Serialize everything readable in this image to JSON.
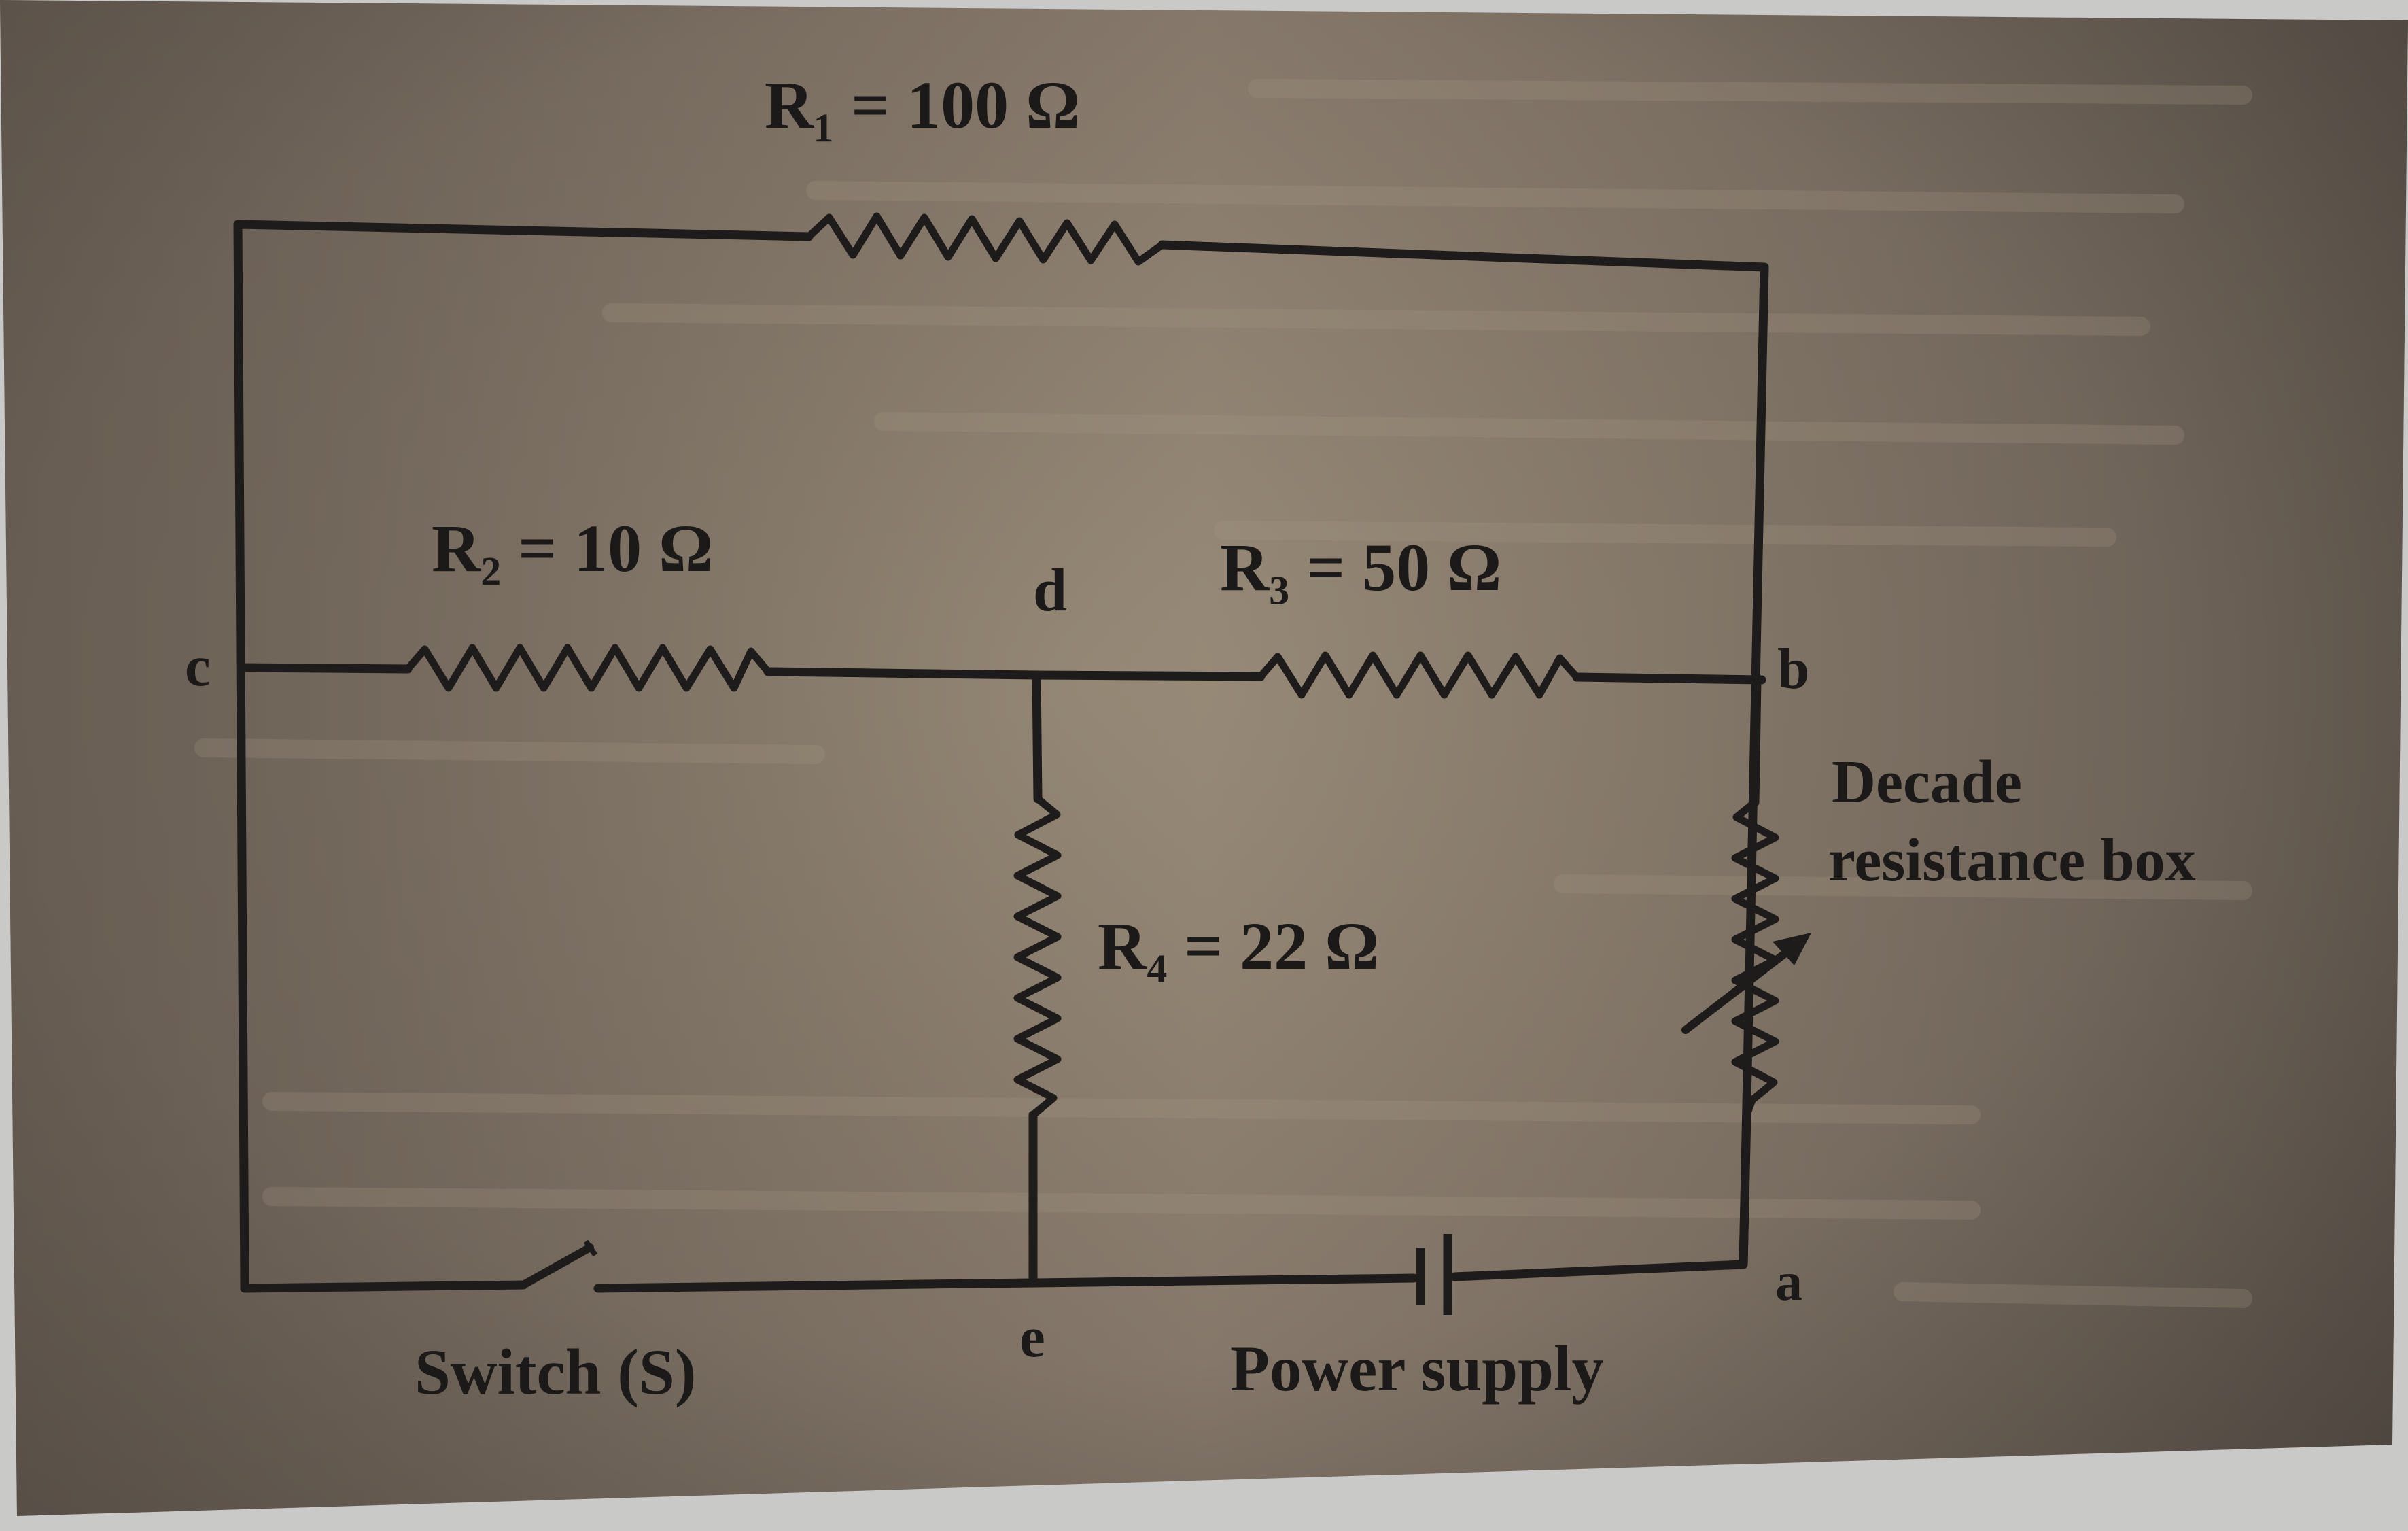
{
  "colors": {
    "paper": "#8a7d6c",
    "ink": "#1e1c1a",
    "background": "#c9c9c7"
  },
  "labels": {
    "r1": "R₁ = 100 Ω",
    "r2": "R₂ = 10 Ω",
    "r3": "R₃ = 50 Ω",
    "r4": "R₄ = 22 Ω",
    "node_a": "a",
    "node_b": "b",
    "node_c": "c",
    "node_d": "d",
    "node_e": "e",
    "decade_line1": "Decade",
    "decade_line2": "resistance box",
    "switch": "Switch (S)",
    "power_supply": "Power supply"
  }
}
